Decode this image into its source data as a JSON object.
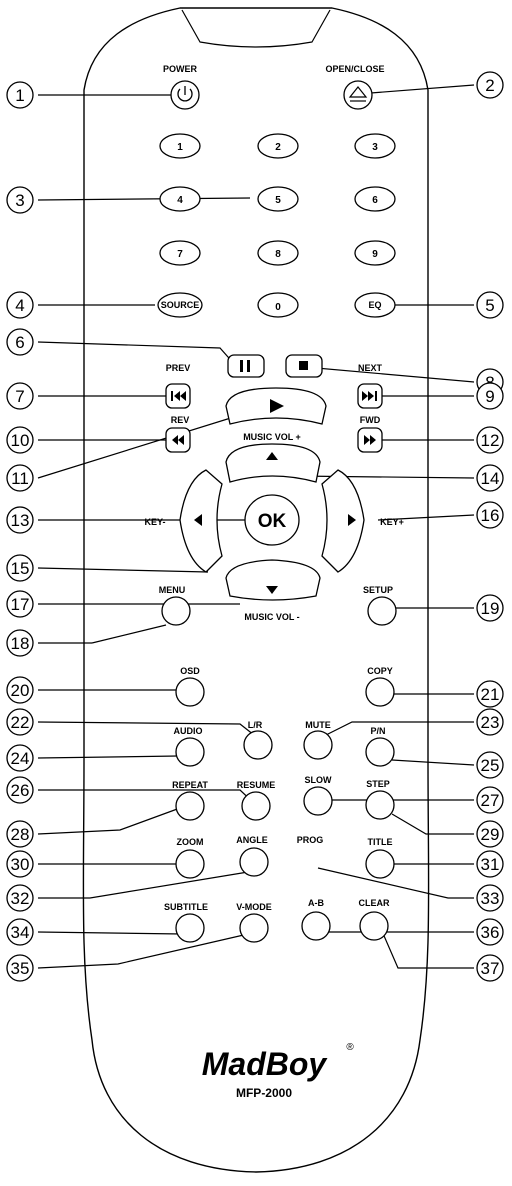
{
  "brand": {
    "name": "MadBoy",
    "registered": "®",
    "model": "MFP-2000"
  },
  "buttons": {
    "power": "POWER",
    "open_close": "OPEN/CLOSE",
    "digits": [
      "1",
      "2",
      "3",
      "4",
      "5",
      "6",
      "7",
      "8",
      "9",
      "0"
    ],
    "source": "SOURCE",
    "eq": "EQ",
    "prev": "PREV",
    "next": "NEXT",
    "rev": "REV",
    "fwd": "FWD",
    "music_vol_up": "MUSIC VOL +",
    "music_vol_down": "MUSIC VOL -",
    "ok": "OK",
    "key_minus": "KEY-",
    "key_plus": "KEY+",
    "menu": "MENU",
    "setup": "SETUP",
    "osd": "OSD",
    "copy": "COPY",
    "lr": "L/R",
    "mute": "MUTE",
    "audio": "AUDIO",
    "pn": "P/N",
    "repeat": "REPEAT",
    "resume": "RESUME",
    "slow": "SLOW",
    "step": "STEP",
    "zoom": "ZOOM",
    "angle": "ANGLE",
    "prog": "PROG",
    "title": "TITLE",
    "subtitle": "SUBTITLE",
    "v_mode": "V-MODE",
    "a_b": "A-B",
    "clear": "CLEAR"
  },
  "callouts": [
    "1",
    "2",
    "3",
    "4",
    "5",
    "6",
    "7",
    "8",
    "9",
    "10",
    "11",
    "12",
    "13",
    "14",
    "15",
    "16",
    "17",
    "18",
    "19",
    "20",
    "21",
    "22",
    "23",
    "24",
    "25",
    "26",
    "27",
    "28",
    "29",
    "30",
    "31",
    "32",
    "33",
    "34",
    "35",
    "36",
    "37"
  ],
  "icons": {
    "power": "power-icon",
    "eject": "eject-icon",
    "pause": "pause-icon",
    "stop": "stop-icon",
    "prev": "skip-back-icon",
    "next": "skip-forward-icon",
    "rev": "rewind-icon",
    "fwd": "fast-forward-icon",
    "play": "play-icon",
    "up": "arrow-up-icon",
    "down": "arrow-down-icon",
    "left": "arrow-left-icon",
    "right": "arrow-right-icon"
  }
}
